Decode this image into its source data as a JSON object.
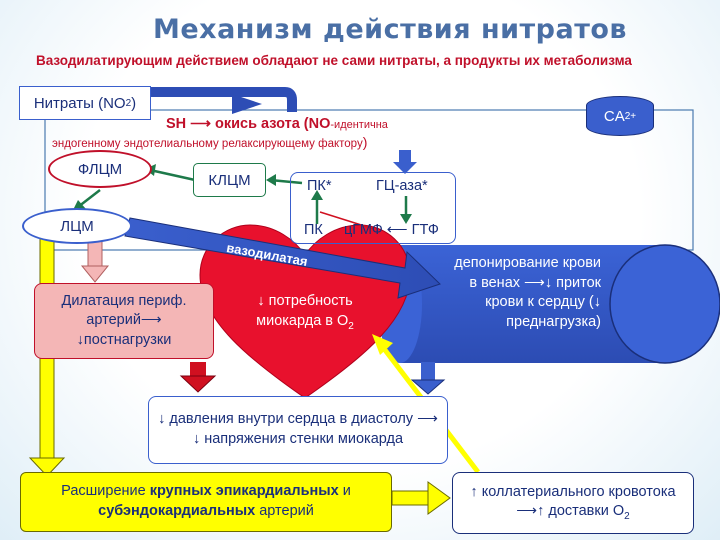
{
  "title": "Механизм действия нитратов",
  "subtitle": "Вазодилатирующим действием обладают не сами нитраты, а продукты их метаболизма",
  "nodes": {
    "nitrates": "Нитраты (NO",
    "nitrates_sub": "2",
    "nitrates_close": ")",
    "ca": "CA",
    "ca_sup": "2+",
    "sh_line": "SH ⟶ окись азота (NO",
    "sh_small": "-идентична",
    "sh_line2": "эндогенному эндотелиальному релаксирующему фактору",
    "sh_close": ")",
    "flcm": "ФЛЦМ",
    "klcm": "КЛЦМ",
    "lcm": "ЛЦМ",
    "pk_star": "ПК*",
    "gc_star": "ГЦ-аза*",
    "pk": "ПК",
    "cgmp": "цГМФ ⟵ ГТФ",
    "vasodilation": "вазодилатая",
    "dilation": "Дилатация периф. артерий⟶ ↓постнагрузки",
    "heart_text": "↓ потребность миокарда в О",
    "heart_sub": "2",
    "veins": "депонирование крови в венах ⟶↓ приток крови к сердцу (↓ преднагрузка)",
    "pressure": "↓ давления внутри сердца в диастолу ⟶ ↓ напряжения стенки миокарда",
    "expansion_pre": "Расширение ",
    "expansion_bold1": "крупных эпикардиальных",
    "expansion_mid": " и ",
    "expansion_bold2": "субэндокардиальных",
    "expansion_post": " артерий",
    "collateral": "↑ коллатериального кровотока ⟶↑ доставки О",
    "collateral_sub": "2"
  },
  "colors": {
    "title": "#4a6fa5",
    "red": "#c0102a",
    "heart": "#e8112d",
    "blue": "#3a5fcd",
    "green": "#1e7a4a",
    "yellow": "#ffff00",
    "pink": "#f4b6b6"
  }
}
